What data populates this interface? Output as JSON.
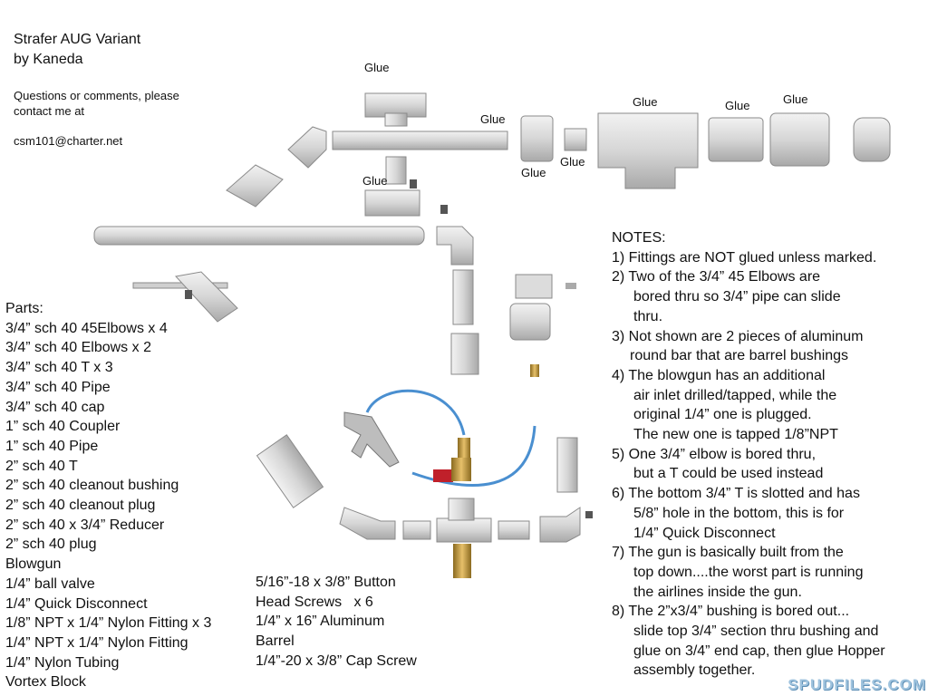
{
  "header": {
    "title": "Strafer AUG Variant",
    "author": "by Kaneda",
    "contact_line1": "Questions or comments, please",
    "contact_line2": "contact me at",
    "email": "csm101@charter.net"
  },
  "glue_labels": [
    "Glue",
    "Glue",
    "Glue",
    "Glue",
    "Glue",
    "Glue",
    "Glue",
    "Glue"
  ],
  "parts": {
    "heading": "Parts:",
    "items": [
      "3/4” sch 40 45Elbows x 4",
      "3/4” sch 40 Elbows x 2",
      "3/4” sch 40 T x 3",
      "3/4” sch 40 Pipe",
      "3/4” sch 40 cap",
      "1” sch 40 Coupler",
      "1” sch 40 Pipe",
      "2” sch 40 T",
      "2” sch 40 cleanout bushing",
      "2” sch 40 cleanout plug",
      "2” sch 40 x 3/4” Reducer",
      "2” sch 40 plug",
      "Blowgun",
      "1/4” ball valve",
      "1/4” Quick Disconnect",
      "1/8” NPT x 1/4” Nylon Fitting x 3",
      "1/4” NPT x 1/4” Nylon Fitting",
      "1/4” Nylon Tubing",
      "Vortex Block"
    ],
    "items2": [
      "5/16”-18 x 3/8” Button",
      "Head Screws   x 6",
      "1/4” x 16” Aluminum",
      "Barrel",
      "1/4”-20 x 3/8” Cap Screw"
    ]
  },
  "notes": {
    "heading": "NOTES:",
    "lines": [
      "1) Fittings are NOT glued unless marked.",
      "2) Two of the 3/4” 45 Elbows are",
      "bored thru so 3/4” pipe can slide",
      "thru.",
      "3) Not shown are 2 pieces of aluminum",
      "round bar that are barrel bushings",
      "4) The blowgun has an additional",
      "air inlet drilled/tapped, while the",
      "original 1/4” one is plugged.",
      "The new one is tapped 1/8”NPT",
      "5) One 3/4” elbow is bored thru,",
      "but a T could be used instead",
      "6) The bottom 3/4” T is slotted and has",
      "5/8” hole in the bottom, this is for",
      "1/4” Quick Disconnect",
      "7) The gun is basically built from the",
      "top down....the worst part is running",
      "the airlines inside the gun.",
      "8) The 2”x3/4” bushing is bored out...",
      "slide top 3/4” section thru bushing and",
      "glue on 3/4” end cap, then glue Hopper",
      "assembly together."
    ]
  },
  "watermark": "SPUDFILES.COM",
  "colors": {
    "pipe": "#d4d4d4",
    "pipe_edge": "#8a8a8a",
    "tubing": "#4a8fd0",
    "brass": "#c79a3c",
    "valve": "#c0202a"
  }
}
